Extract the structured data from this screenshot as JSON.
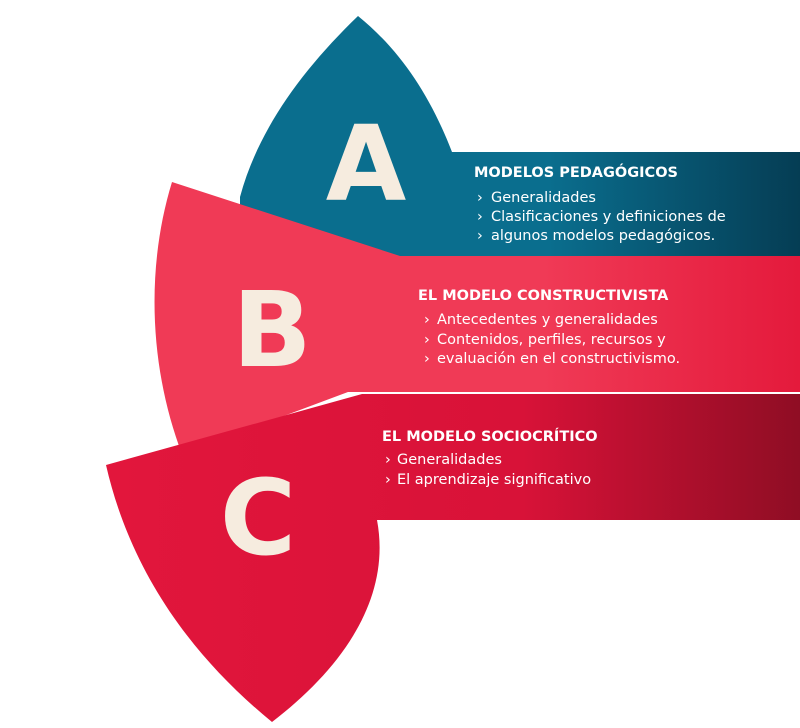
{
  "colors": {
    "teal": "#0a6e8e",
    "pink": "#f03a56",
    "red": "#e2163c",
    "letter": "#f6ecdf"
  },
  "sections": [
    {
      "letter": "A",
      "title": "MODELOS PEDAGÓGICOS",
      "items": [
        "Generalidades",
        "Clasificaciones y definiciones de",
        "algunos modelos pedagógicos."
      ]
    },
    {
      "letter": "B",
      "title": "EL MODELO CONSTRUCTIVISTA",
      "items": [
        "Antecedentes y generalidades",
        "Contenidos, perfiles, recursos y",
        "evaluación en el constructivismo."
      ]
    },
    {
      "letter": "C",
      "title": "EL MODELO SOCIOCRÍTICO",
      "items": [
        "Generalidades",
        "El aprendizaje significativo"
      ]
    }
  ],
  "bullet_icon": "chevron-right-icon",
  "bullet_glyph": "›"
}
